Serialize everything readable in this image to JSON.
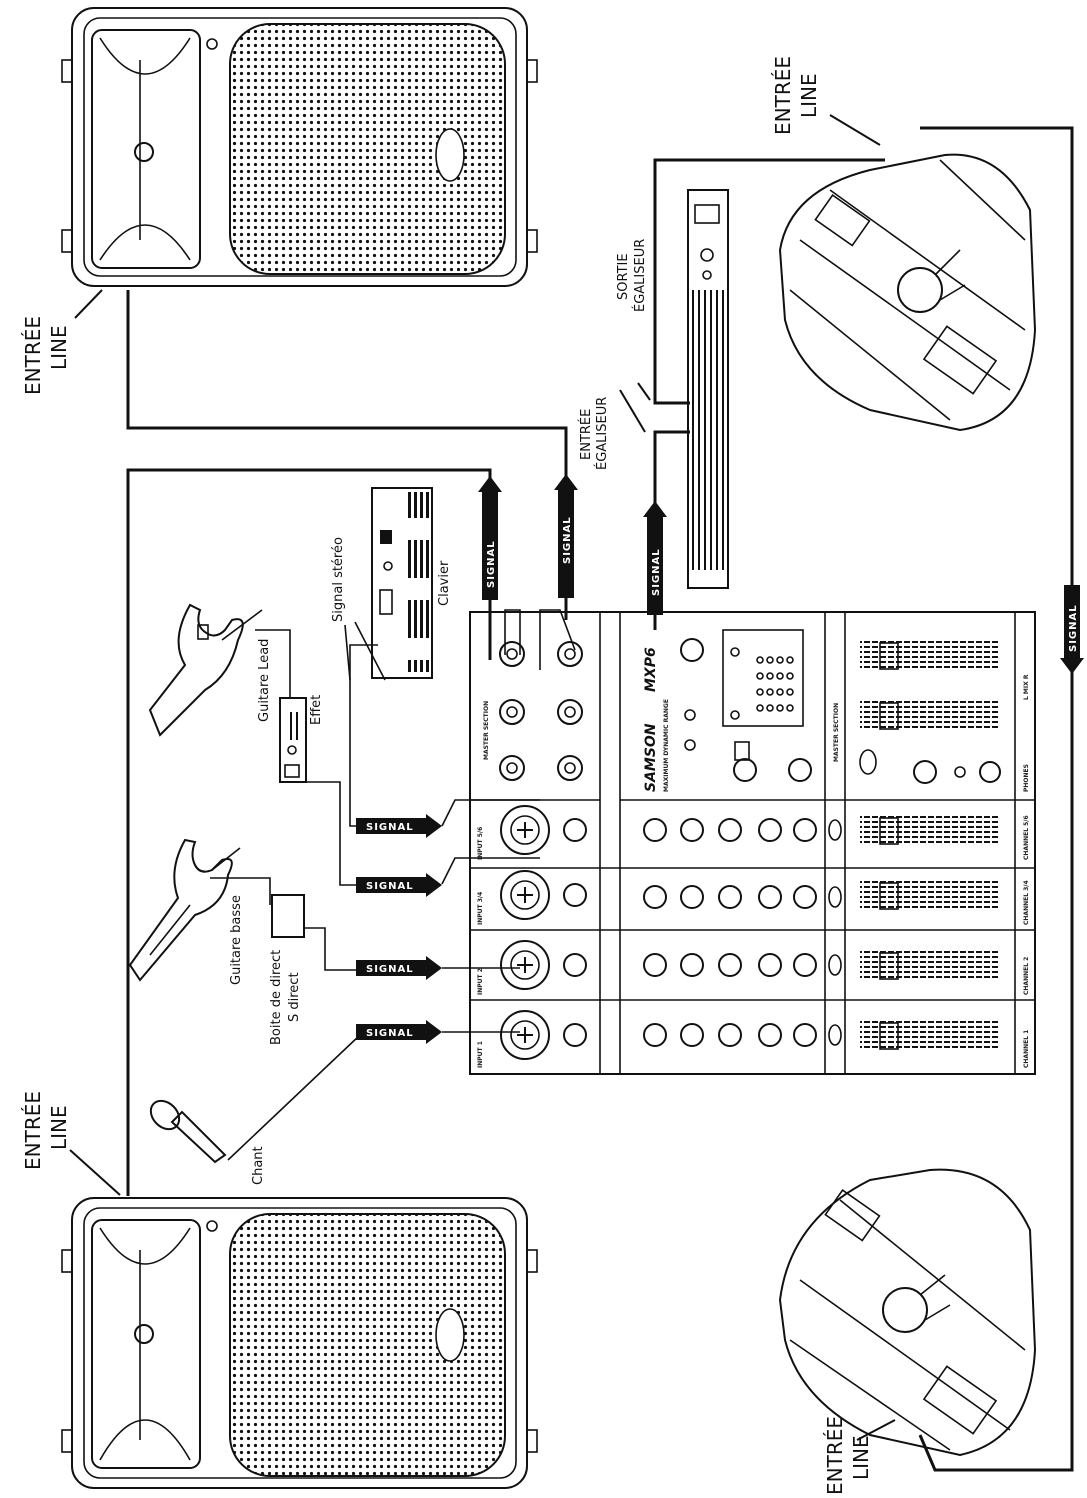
{
  "labels": {
    "entree_line": "ENTRÉE",
    "line": "LINE",
    "entree_egaliseur_1": "ENTRÉE",
    "entree_egaliseur_2": "ÉGALISEUR",
    "sortie_egaliseur_1": "SORTIE",
    "sortie_egaliseur_2": "ÉGALISEUR",
    "signal": "SIGNAL",
    "signal_stereo": "Signal stéréo",
    "clavier": "Clavier",
    "guitare_lead": "Guitare Lead",
    "effet": "Effet",
    "guitare_basse": "Guitare basse",
    "boite_direct_1": "Boite de direct",
    "boite_direct_2": "S direct",
    "chant": "Chant"
  },
  "mixer": {
    "brand": "SAMSON",
    "model": "MXP6",
    "tagline": "MAXIMUM DYNAMIC RANGE",
    "master_section": "MASTER SECTION",
    "channels": [
      "CHANNEL 1",
      "CHANNEL 2",
      "CHANNEL 3/4",
      "CHANNEL 5/6"
    ],
    "inputs": [
      "INPUT 1",
      "INPUT 2",
      "INPUT 3/4",
      "INPUT 5/6"
    ],
    "phones": "PHONES",
    "mix_lr": "L  MIX  R"
  },
  "colors": {
    "ink": "#111111",
    "paper": "#ffffff"
  }
}
